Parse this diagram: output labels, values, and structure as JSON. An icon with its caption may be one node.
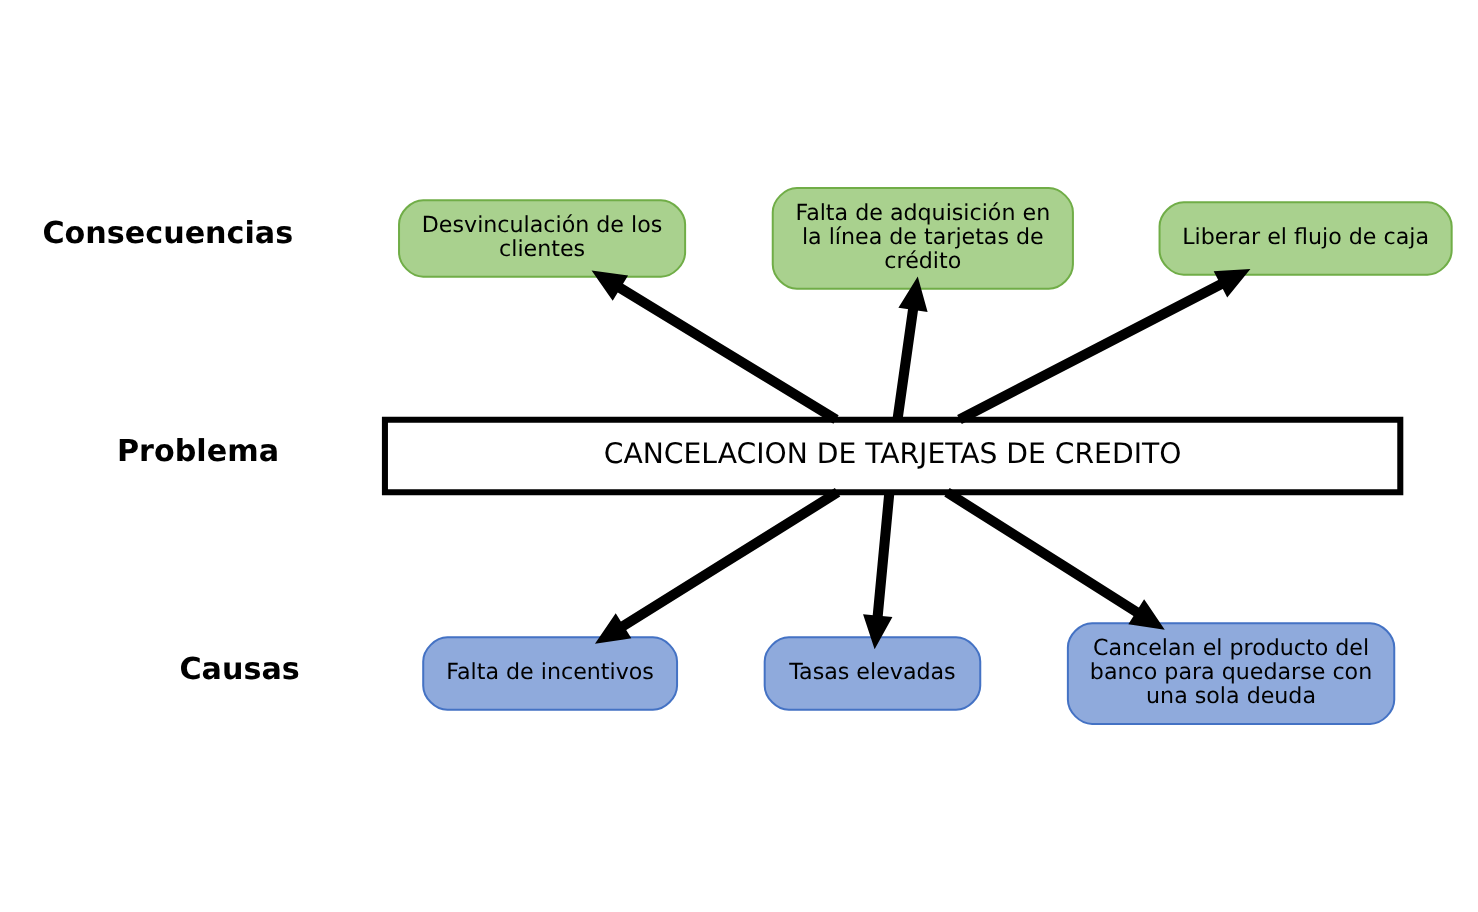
{
  "diagram": {
    "nodes": [
      {
        "text": [
          "Desvinculación de los clientes"
        ]
      },
      {
        "text": [
          "Falta de adquisición en la línea de tarjetas de crédito"
        ]
      },
      {
        "text": [
          "Liberar el flujo de caja"
        ]
      },
      {
        "text": [
          "CANCELACION DE TARJETAS DE CREDITO"
        ]
      },
      {
        "text": [
          "Falta de incentivos"
        ]
      },
      {
        "text": [
          "Tasas elevadas"
        ]
      },
      {
        "text": [
          "Cancelan el producto del banco para quedarse con una sola deuda"
        ]
      }
    ],
    "edges": [
      {
        "from": 3,
        "to": 0,
        "arrow": "to"
      },
      {
        "from": 3,
        "to": 1,
        "arrow": "to"
      },
      {
        "from": 3,
        "to": 2,
        "arrow": "to"
      },
      {
        "from": 3,
        "to": 4,
        "arrow": "to"
      },
      {
        "from": 3,
        "to": 5,
        "arrow": "to"
      },
      {
        "from": 3,
        "to": 6,
        "arrow": "to"
      }
    ],
    "labels": [
      "Consecuencias",
      "Problema",
      "Causas"
    ]
  }
}
